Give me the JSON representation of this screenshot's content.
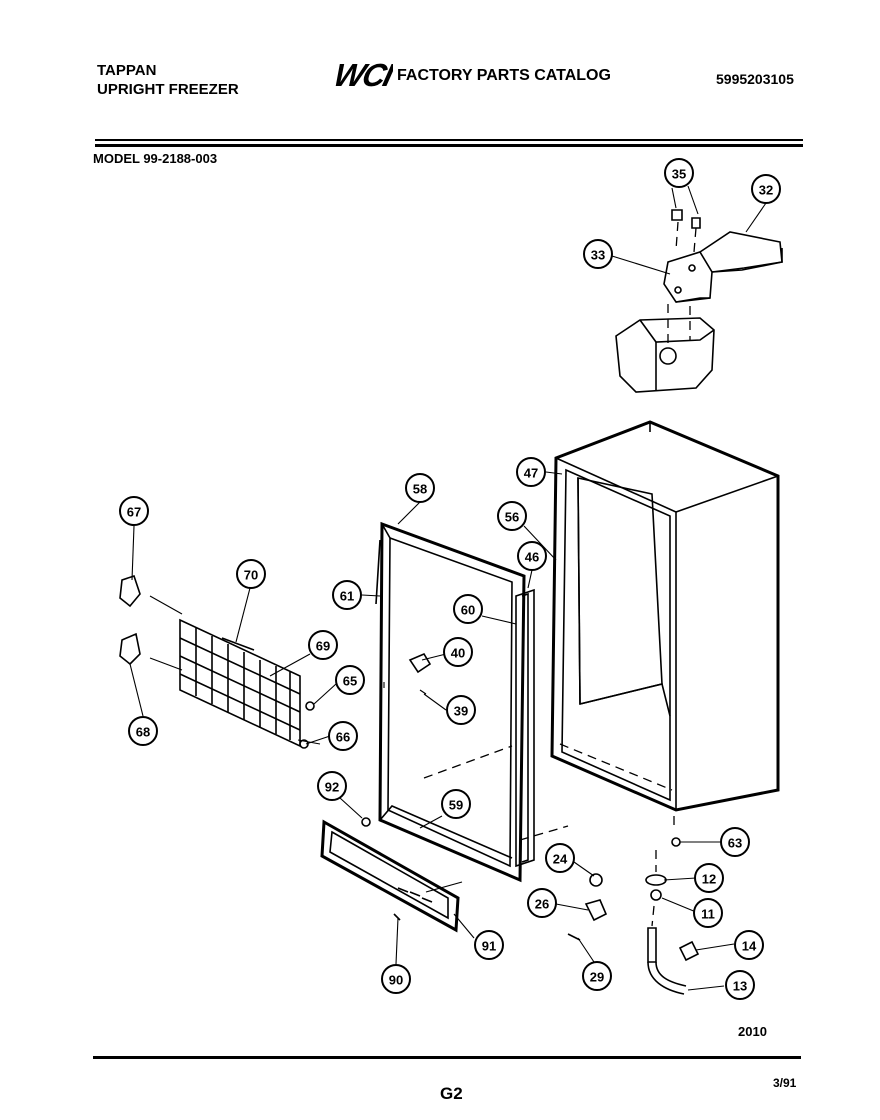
{
  "header": {
    "brand_line1": "TAPPAN",
    "brand_line2": "UPRIGHT FREEZER",
    "logo_text": "WCI",
    "catalog_title": "FACTORY PARTS CATALOG",
    "part_number": "5995203105",
    "model_label": "MODEL 99-2188-003"
  },
  "footer": {
    "diagram_number": "2010",
    "page_code": "G2",
    "date_code": "3/91"
  },
  "callouts": [
    "35",
    "32",
    "33",
    "47",
    "58",
    "56",
    "46",
    "67",
    "70",
    "61",
    "60",
    "40",
    "69",
    "65",
    "39",
    "68",
    "66",
    "92",
    "59",
    "63",
    "24",
    "12",
    "26",
    "11",
    "91",
    "14",
    "29",
    "90",
    "13"
  ]
}
